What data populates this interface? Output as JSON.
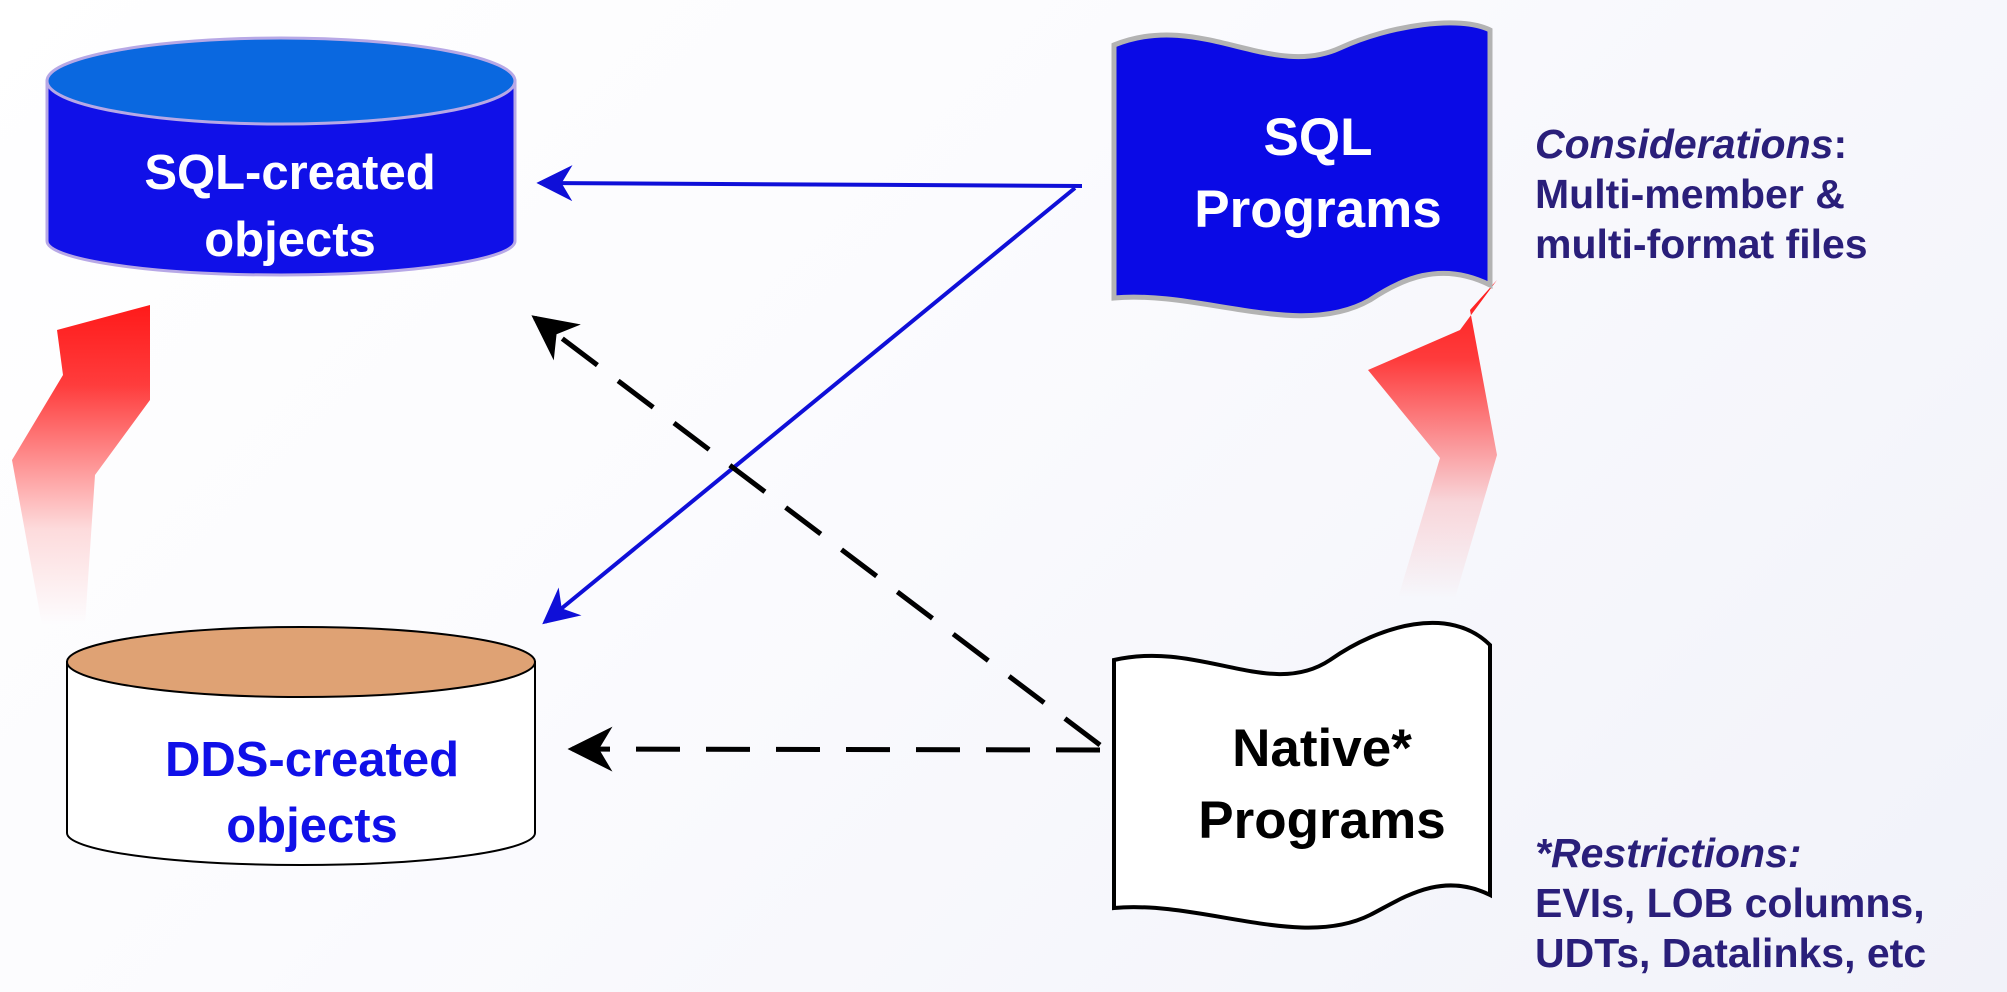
{
  "nodes": {
    "sql_objects": {
      "line1": "SQL-created",
      "line2": "objects",
      "fill": "#1010e8",
      "top_fill": "#0a68e0",
      "text_color": "#ffffff"
    },
    "dds_objects": {
      "line1": "DDS-created",
      "line2": "objects",
      "fill": "#ffffff",
      "top_fill": "#dfa274",
      "text_color": "#1010e8"
    },
    "sql_programs": {
      "line1": "SQL",
      "line2": "Programs",
      "fill": "#0a0ae6",
      "text_color": "#ffffff"
    },
    "native_programs": {
      "line1": "Native*",
      "line2": "Programs",
      "fill": "#ffffff",
      "text_color": "#000000"
    }
  },
  "notes": {
    "considerations": {
      "heading": "Considerations",
      "heading_suffix": ":",
      "lines": [
        "Multi-member &",
        "multi-format files"
      ]
    },
    "restrictions": {
      "heading": "*Restrictions:",
      "lines": [
        "EVIs, LOB columns,",
        "UDTs, Datalinks, etc"
      ]
    }
  },
  "colors": {
    "accent_blue": "#0f0fd8",
    "migration_red": "#ff1a1a",
    "note_text": "#2a1f7a",
    "dashed": "#000000"
  }
}
